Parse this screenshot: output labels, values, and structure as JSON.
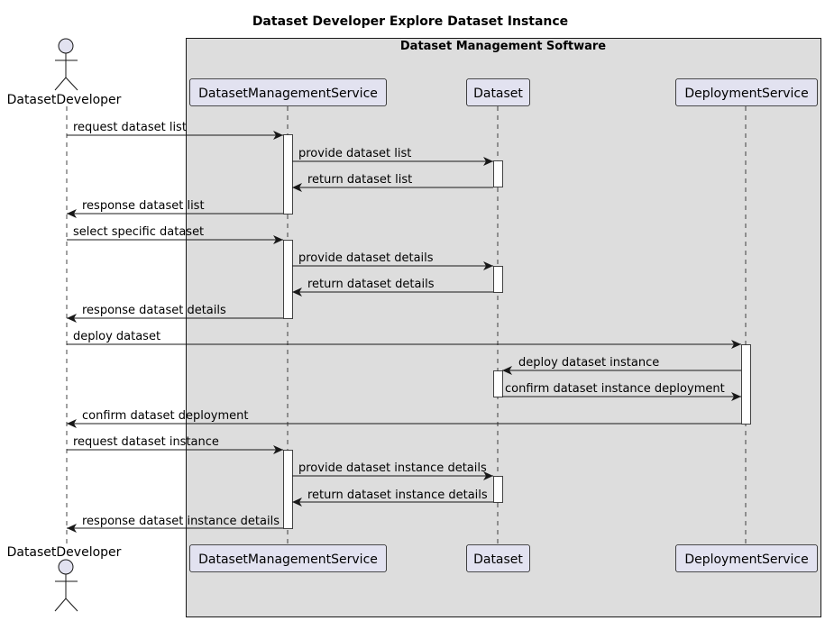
{
  "title": "Dataset Developer Explore Dataset Instance",
  "box": {
    "title": "Dataset Management Software"
  },
  "actor": {
    "name": "DatasetDeveloper"
  },
  "participants": [
    {
      "id": "dms",
      "label": "DatasetManagementService"
    },
    {
      "id": "ds",
      "label": "Dataset"
    },
    {
      "id": "dep",
      "label": "DeploymentService"
    }
  ],
  "messages": [
    {
      "from": "actor",
      "to": "dms",
      "label": "request dataset list"
    },
    {
      "from": "dms",
      "to": "ds",
      "label": "provide dataset list"
    },
    {
      "from": "ds",
      "to": "dms",
      "label": "return dataset list"
    },
    {
      "from": "dms",
      "to": "actor",
      "label": "response dataset list"
    },
    {
      "from": "actor",
      "to": "dms",
      "label": "select specific dataset"
    },
    {
      "from": "dms",
      "to": "ds",
      "label": "provide dataset details"
    },
    {
      "from": "ds",
      "to": "dms",
      "label": "return dataset details"
    },
    {
      "from": "dms",
      "to": "actor",
      "label": "response dataset details"
    },
    {
      "from": "actor",
      "to": "dep",
      "label": "deploy dataset"
    },
    {
      "from": "dep",
      "to": "ds",
      "label": "deploy dataset instance"
    },
    {
      "from": "ds",
      "to": "dep",
      "label": "confirm dataset instance deployment"
    },
    {
      "from": "dep",
      "to": "actor",
      "label": "confirm dataset deployment"
    },
    {
      "from": "actor",
      "to": "dms",
      "label": "request dataset instance"
    },
    {
      "from": "dms",
      "to": "ds",
      "label": "provide dataset instance details"
    },
    {
      "from": "ds",
      "to": "dms",
      "label": "return dataset instance details"
    },
    {
      "from": "dms",
      "to": "actor",
      "label": "response dataset instance details"
    }
  ],
  "colors": {
    "box_fill": "#dddddd",
    "participant_fill": "#e2e2f0",
    "stroke": "#181818",
    "activation_fill": "#ffffff"
  }
}
